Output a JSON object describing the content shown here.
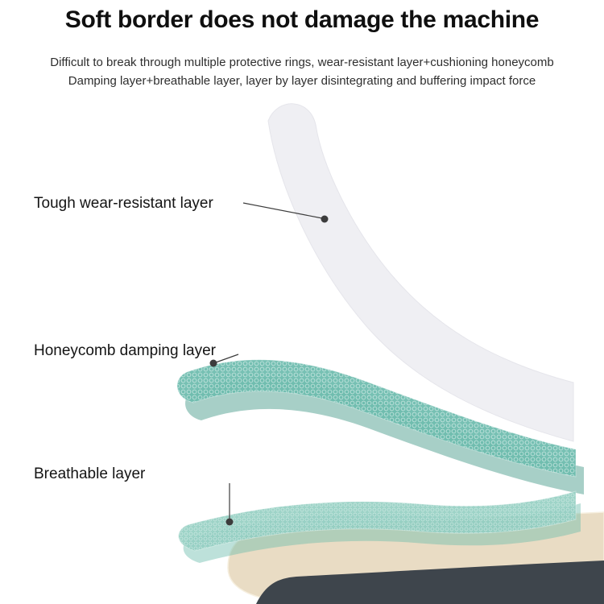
{
  "header": {
    "title": "Soft border does not damage the machine",
    "subtitle_line1": "Difficult to break through multiple protective rings, wear-resistant layer+cushioning honeycomb",
    "subtitle_line2": "Damping layer+breathable layer, layer by layer disintegrating and buffering impact force"
  },
  "callouts": [
    {
      "label": "Tough wear-resistant layer"
    },
    {
      "label": "Honeycomb damping layer"
    },
    {
      "label": "Breathable layer"
    }
  ],
  "colors": {
    "title_text": "#0f0f0f",
    "body_text": "#2e2e2e",
    "label_text": "#141414",
    "white_layer": "#efeff3",
    "teal": "#6cbcae",
    "teal_dark": "#4f9f90",
    "teal_light": "#93cfc2",
    "gold": "#e9dcc4",
    "screen": "#3e454c",
    "line": "#3c3c3c"
  }
}
